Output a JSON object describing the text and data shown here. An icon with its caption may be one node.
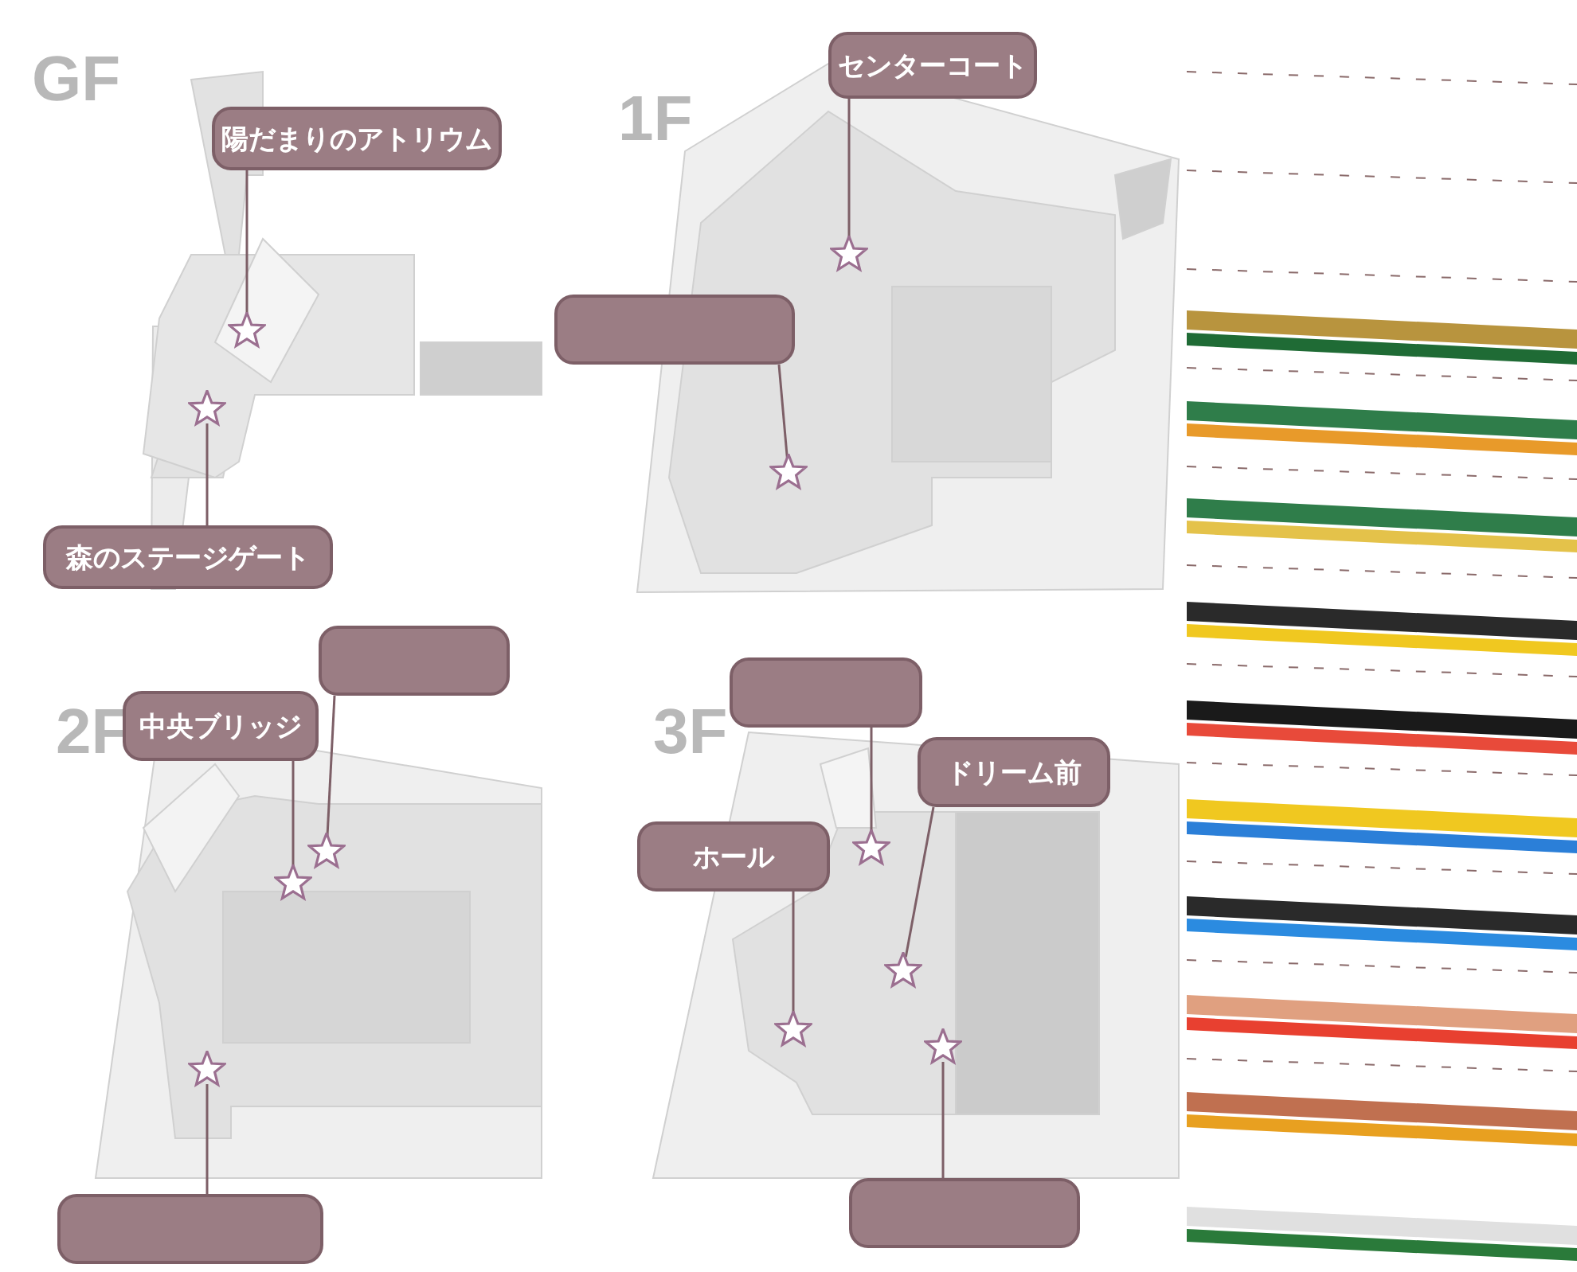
{
  "diagram": {
    "nodes": [
      {
        "text": [
          "陽だまりのアトリウム"
        ]
      },
      {
        "text": [],
        "shape": "star"
      },
      {
        "text": [],
        "shape": "star"
      },
      {
        "text": [
          "森のステージゲート"
        ]
      },
      {
        "text": [
          "センターコート"
        ]
      },
      {
        "text": [],
        "shape": "star"
      },
      {
        "text": [],
        "shape": "box"
      },
      {
        "text": [],
        "shape": "star"
      },
      {
        "text": [],
        "shape": "box"
      },
      {
        "text": [
          "中央ブリッジ"
        ]
      },
      {
        "text": [],
        "shape": "star"
      },
      {
        "text": [],
        "shape": "star"
      },
      {
        "text": [],
        "shape": "star"
      },
      {
        "text": [],
        "shape": "box"
      },
      {
        "text": [],
        "shape": "box"
      },
      {
        "text": [
          "ドリーム前"
        ]
      },
      {
        "text": [
          "ホール"
        ]
      },
      {
        "text": [],
        "shape": "star"
      },
      {
        "text": [],
        "shape": "star"
      },
      {
        "text": [],
        "shape": "star"
      },
      {
        "text": [],
        "shape": "star"
      },
      {
        "text": [],
        "shape": "box"
      }
    ],
    "edges": [
      {
        "from": 0,
        "to": 1,
        "arrow": "none"
      },
      {
        "from": 3,
        "to": 2,
        "arrow": "none"
      },
      {
        "from": 4,
        "to": 5,
        "arrow": "none"
      },
      {
        "from": 6,
        "to": 7,
        "arrow": "none"
      },
      {
        "from": 8,
        "to": 11,
        "arrow": "none"
      },
      {
        "from": 9,
        "to": 10,
        "arrow": "none"
      },
      {
        "from": 13,
        "to": 12,
        "arrow": "none"
      },
      {
        "from": 14,
        "to": 17,
        "arrow": "none"
      },
      {
        "from": 15,
        "to": 18,
        "arrow": "none"
      },
      {
        "from": 16,
        "to": 19,
        "arrow": "none"
      },
      {
        "from": 21,
        "to": 20,
        "arrow": "none"
      }
    ],
    "labels": [
      "GF",
      "1F",
      "2F",
      "3F"
    ]
  }
}
